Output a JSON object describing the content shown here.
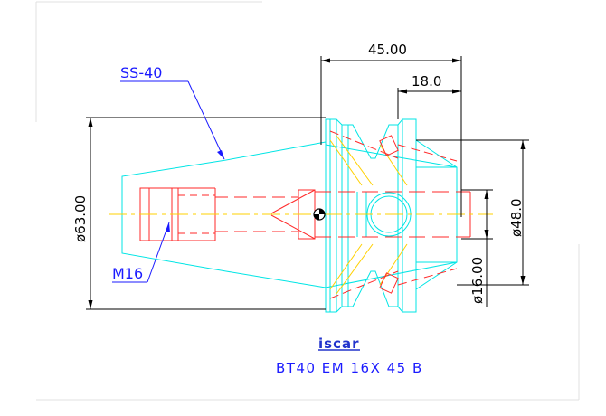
{
  "drawing": {
    "dimensions": {
      "overall_length": "45.00",
      "flange_length": "18.0",
      "taper_diameter": "ø63.00",
      "body_diameter": "ø48.0",
      "bore_diameter": "ø16.00"
    },
    "callouts": {
      "taper": "SS-40",
      "thread": "M16"
    },
    "brand_logo": "iscar",
    "product_code": "BT40 EM 16X 45 B",
    "colors": {
      "outline": "#00e5e5",
      "centerline": "#ff2a2a",
      "section": "#ff2a2a",
      "hatch": "#ffd000",
      "dimension": "#000000",
      "callout": "#1a1aff"
    }
  }
}
